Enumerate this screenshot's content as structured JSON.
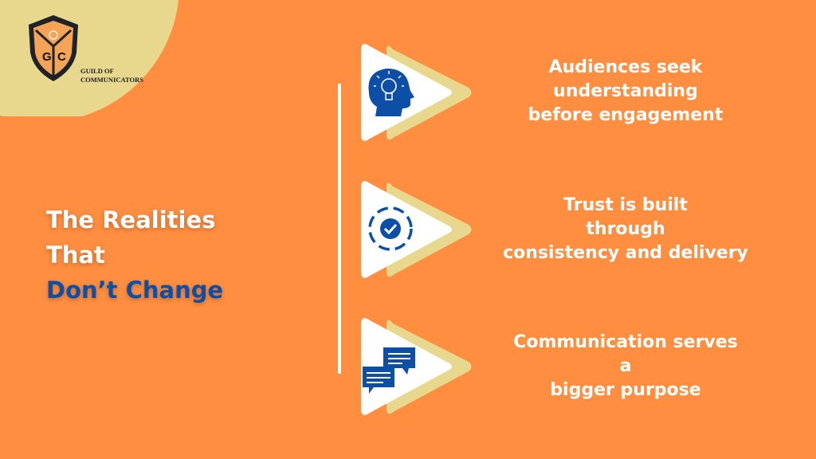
{
  "logo": {
    "letters": [
      "G",
      "C"
    ],
    "name_line1": "GUILD OF",
    "name_line2": "COMMUNICATORS"
  },
  "title": {
    "line1": "The Realities",
    "line2": "That",
    "line3": "Don’t Change"
  },
  "items": [
    {
      "icon": "head-lightbulb-icon",
      "line1": "Audiences seek",
      "line2": "understanding",
      "line3": "before engagement"
    },
    {
      "icon": "cycle-check-icon",
      "line1": "Trust is built",
      "line2": "through",
      "line3": "consistency and delivery"
    },
    {
      "icon": "chat-bubbles-icon",
      "line1": "Communication serves",
      "line2": "a",
      "line3": "bigger purpose"
    }
  ],
  "colors": {
    "background": "#FF8E40",
    "accent": "#E8D88E",
    "blue": "#0D4FA6"
  }
}
